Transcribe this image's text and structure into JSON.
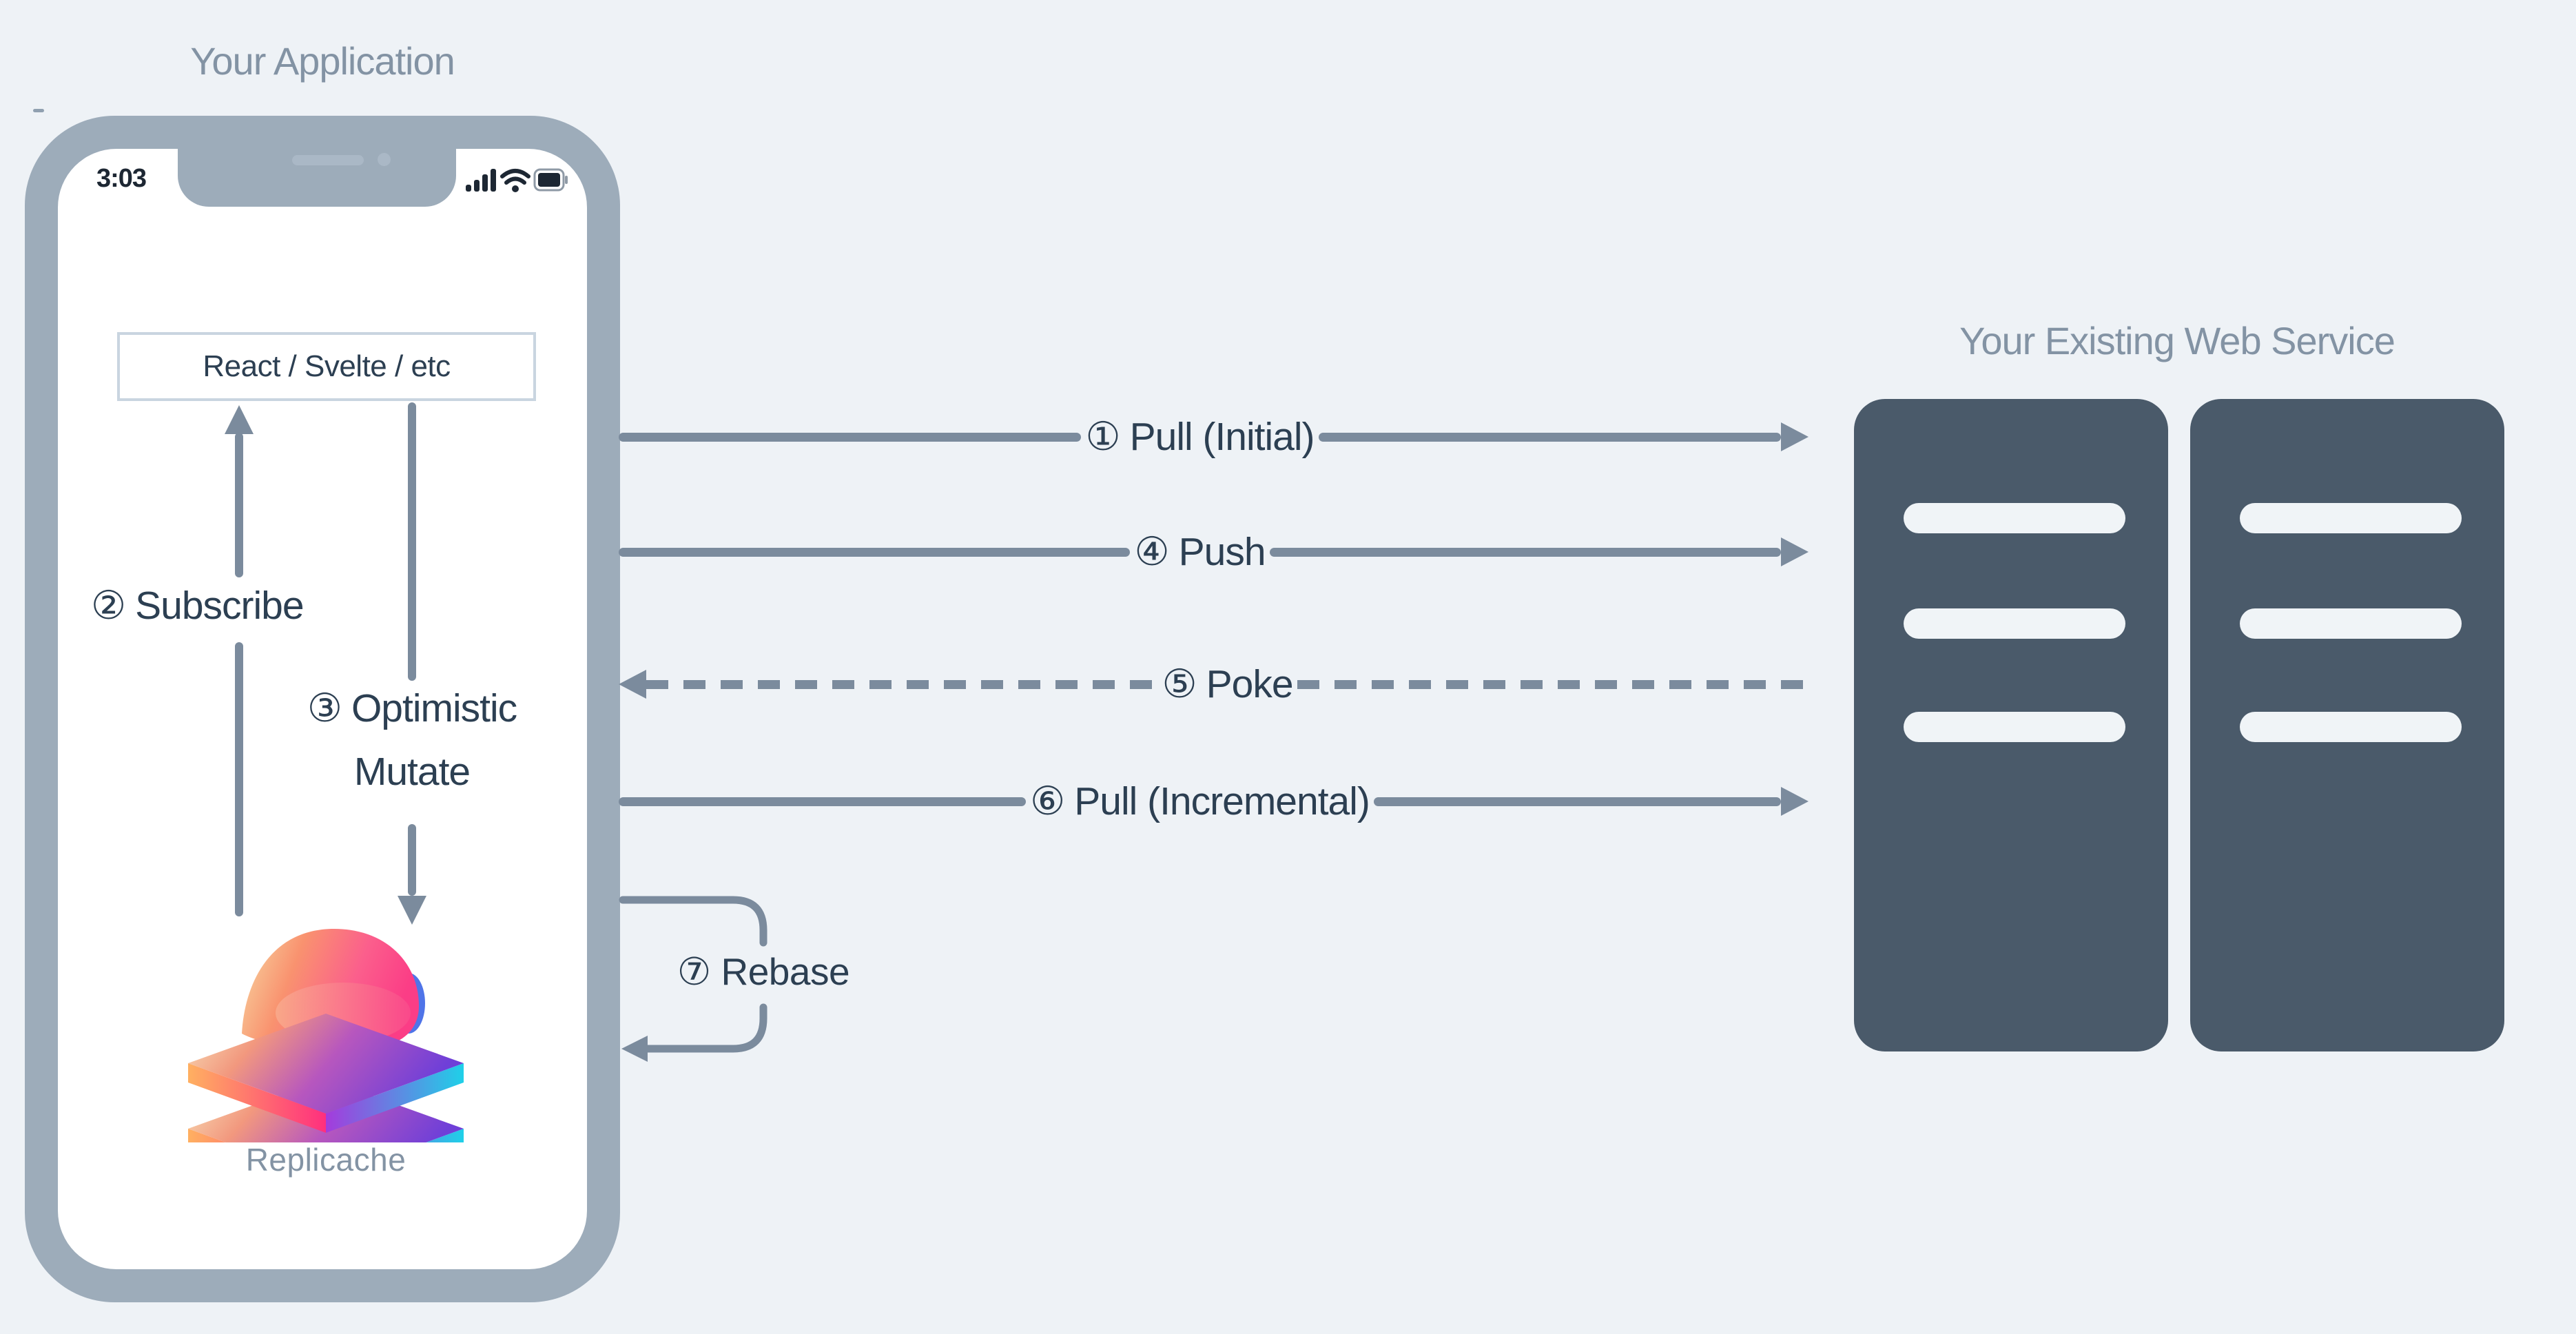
{
  "colors": {
    "background": "#eef2f6",
    "phone_frame": "#9dacba",
    "arrow_line": "#7b8b9d",
    "dark_text": "#2c3f52",
    "gray_text": "#8393a4",
    "server_rack": "#4a5a6a"
  },
  "application": {
    "title": "Your Application",
    "status": {
      "time": "3:03"
    },
    "framework_box_label": "React / Svelte / etc",
    "logo_label": "Replicache",
    "internal_flows": {
      "subscribe": {
        "number": "②",
        "label": "Subscribe"
      },
      "mutate": {
        "number": "③",
        "line1": "Optimistic",
        "line2": "Mutate"
      }
    }
  },
  "service": {
    "title": "Your Existing Web Service"
  },
  "flows": [
    {
      "number": "①",
      "label": "Pull (Initial)",
      "direction": "right",
      "style": "solid"
    },
    {
      "number": "④",
      "label": "Push",
      "direction": "right",
      "style": "solid"
    },
    {
      "number": "⑤",
      "label": "Poke",
      "direction": "left",
      "style": "dashed"
    },
    {
      "number": "⑥",
      "label": "Pull (Incremental)",
      "direction": "right",
      "style": "solid"
    },
    {
      "number": "⑦",
      "label": "Rebase",
      "direction": "loop",
      "style": "solid"
    }
  ]
}
